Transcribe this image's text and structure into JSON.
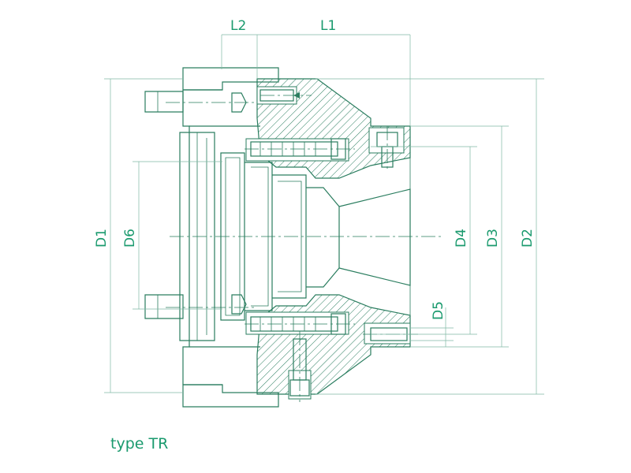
{
  "caption": "type TR",
  "dimensions": {
    "L1": "L1",
    "L2": "L2",
    "D1": "D1",
    "D2": "D2",
    "D3": "D3",
    "D4": "D4",
    "D5": "D5",
    "D6": "D6"
  },
  "colors": {
    "line": "#2a7d5f",
    "dimension": "#7fb9a4",
    "text": "#1a9a6e"
  }
}
